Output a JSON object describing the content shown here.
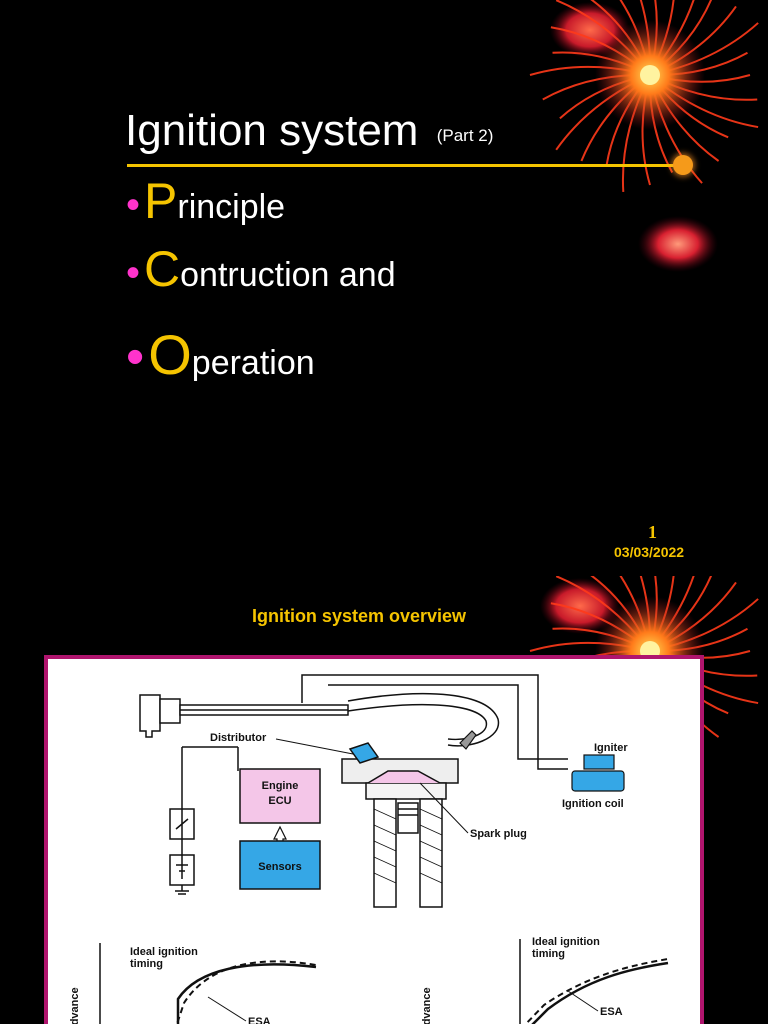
{
  "slide1": {
    "title": "Ignition system",
    "title_sub": "(Part 2)",
    "bullets": [
      {
        "cap": "P",
        "rest": "rinciple"
      },
      {
        "cap": "C",
        "rest": "ontruction and"
      },
      {
        "cap": "O",
        "rest": "peration"
      }
    ],
    "bullet_glyph": "•",
    "page_number": "1",
    "date": "03/03/2022"
  },
  "slide2": {
    "title": "Ignition system overview",
    "diagram": {
      "distributor": "Distributor",
      "engine_ecu_line1": "Engine",
      "engine_ecu_line2": "ECU",
      "sensors": "Sensors",
      "igniter": "Igniter",
      "ignition_coil": "Ignition coil",
      "spark_plug": "Spark plug",
      "ideal_timing_line1": "Ideal ignition",
      "ideal_timing_line2": "timing",
      "esa": "ESA",
      "axis_label": "ark advance"
    }
  },
  "colors": {
    "background": "#000000",
    "title_text": "#ffffff",
    "accent_yellow": "#f5c400",
    "bullet_magenta": "#ff33cc",
    "frame_border": "#b0156e",
    "diagram_blue": "#35a7e6",
    "diagram_pink": "#f4c6e8"
  }
}
